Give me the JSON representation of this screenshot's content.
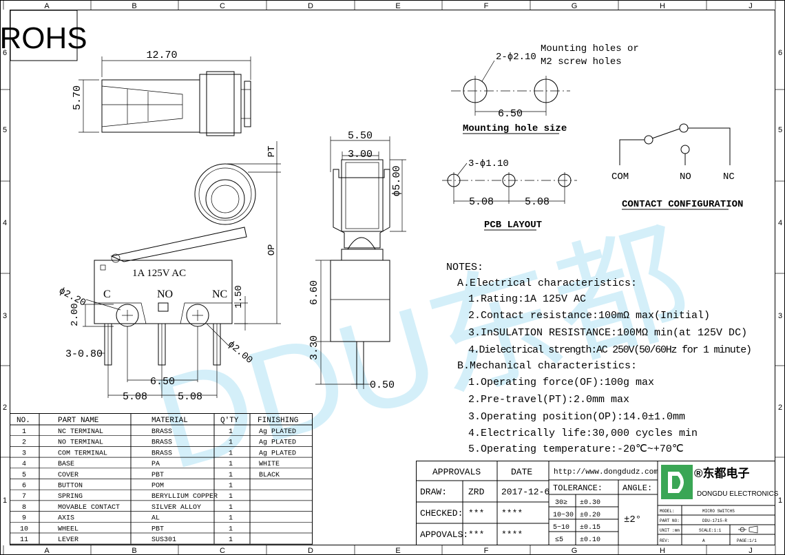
{
  "rohs_label": "ROHS",
  "grid_cols": [
    "A",
    "B",
    "C",
    "D",
    "E",
    "F",
    "G",
    "H",
    "J"
  ],
  "grid_rows": [
    "6",
    "5",
    "4",
    "3",
    "2",
    "1"
  ],
  "top_view": {
    "width": "12.70",
    "height": "5.70"
  },
  "side_view": {
    "rating": "1A 125V AC",
    "terminals": [
      "C",
      "NO",
      "NC"
    ],
    "dims": {
      "hole": "ϕ2.20",
      "hole2": "ϕ2.00",
      "h200": "2.00",
      "h150": "1.50",
      "pin": "3-0.80",
      "span650": "6.50",
      "p1": "5.08",
      "p2": "5.08",
      "pt": "PT",
      "op": "OP"
    }
  },
  "end_view": {
    "width": "5.50",
    "inner": "3.00",
    "wheel": "ϕ5.00",
    "h660": "6.60",
    "h330": "3.30",
    "pin": "0.50"
  },
  "mounting": {
    "note_line1": "Mounting holes or",
    "note_line2": "M2 screw holes",
    "hole": "2-ϕ2.10",
    "pitch": "6.50",
    "title": "Mounting hole size"
  },
  "pcb": {
    "hole": "3-ϕ1.10",
    "p1": "5.08",
    "p2": "5.08",
    "title": "PCB LAYOUT"
  },
  "contact": {
    "com": "COM",
    "no": "NO",
    "nc": "NC",
    "title": "CONTACT CONFIGURATION"
  },
  "watermark": "DDU东都",
  "notes": {
    "title": "NOTES:",
    "a_title": "A.Electrical characteristics:",
    "a": [
      "1.Rating:1A 125V AC",
      "2.Contact resistance:100mΩ max(Initial)",
      "3.InSULATION RESISTANCE:100MΩ min(at 125V DC)",
      "4.Dielectrical strength:AC 250V(50/60Hz for 1 minute)"
    ],
    "b_title": "B.Mechanical characteristics:",
    "b": [
      "1.Operating force(OF):100g max",
      "2.Pre-travel(PT):2.0mm max",
      "3.Operating position(OP):14.0±1.0mm",
      "4.Electrically life:30,000 cycles min",
      "5.Operating temperature:-20℃~+70℃"
    ]
  },
  "bom": {
    "headers": [
      "NO.",
      "PART NAME",
      "MATERIAL",
      "Q'TY",
      "FINISHING"
    ],
    "rows": [
      [
        "1",
        "NC TERMINAL",
        "BRASS",
        "1",
        "Ag PLATED"
      ],
      [
        "2",
        "NO TERMINAL",
        "BRASS",
        "1",
        "Ag PLATED"
      ],
      [
        "3",
        "COM TERMINAL",
        "BRASS",
        "1",
        "Ag PLATED"
      ],
      [
        "4",
        "BASE",
        "PA",
        "1",
        "WHITE"
      ],
      [
        "5",
        "COVER",
        "PBT",
        "1",
        "BLACK"
      ],
      [
        "6",
        "BUTTON",
        "POM",
        "1",
        ""
      ],
      [
        "7",
        "SPRING",
        "BERYLLIUM COPPER",
        "1",
        ""
      ],
      [
        "8",
        "MOVABLE CONTACT",
        "SILVER ALLOY",
        "1",
        ""
      ],
      [
        "9",
        "AXIS",
        "AL",
        "1",
        ""
      ],
      [
        "10",
        "WHEEL",
        "PBT",
        "1",
        ""
      ],
      [
        "11",
        "LEVER",
        "SUS301",
        "1",
        ""
      ]
    ]
  },
  "title_block": {
    "approvals": "APPROVALS",
    "date": "DATE",
    "draw": "DRAW:",
    "draw_by": "ZRD",
    "draw_date": "2017-12-6",
    "checked": "CHECKED:",
    "checked_by": "***",
    "checked_date": "****",
    "appovals": "APPOVALS:",
    "appovals_by": "***",
    "appovals_date": "****",
    "url": "http://www.dongdudz.com",
    "tolerance": "TOLERANCE:",
    "angle": "ANGLE:",
    "angle_val": "±2°",
    "tol_rows": [
      [
        "30≥",
        "±0.30"
      ],
      [
        "10~30",
        "±0.20"
      ],
      [
        "5~10",
        "±0.15"
      ],
      [
        "≤5",
        "±0.10"
      ]
    ],
    "company_cn": "®东都电子",
    "company_en": "DONGDU ELECTRONICS",
    "model_lbl": "MODEL:",
    "model": "MICRO SWITCHS",
    "partno_lbl": "PART NO:",
    "partno": "DDU-1715-R",
    "unit_lbl": "UNIT :mm",
    "scale": "SCALE:1:1",
    "rev_lbl": "REV:",
    "rev": "A",
    "page": "PAGE:1/1"
  }
}
